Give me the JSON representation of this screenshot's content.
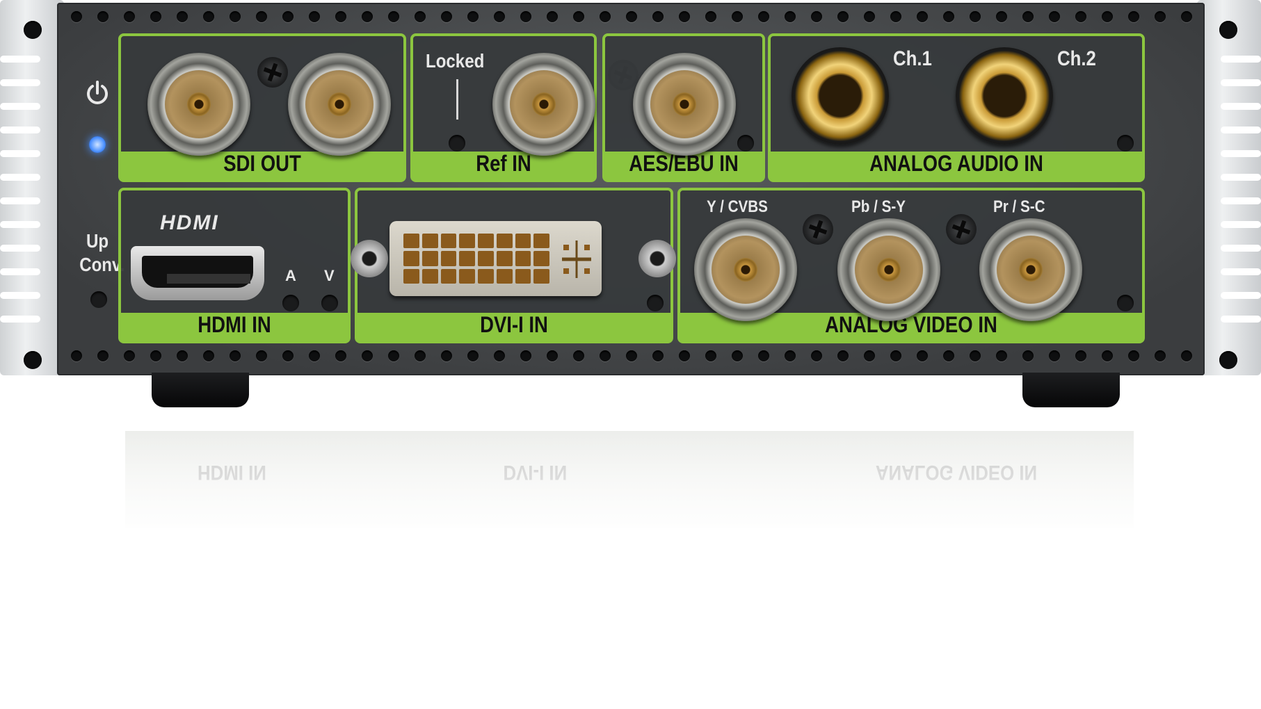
{
  "device": {
    "top_row": {
      "sdi_out": {
        "label": "SDI OUT"
      },
      "ref_in": {
        "label": "Ref IN",
        "led_label": "Locked"
      },
      "aes_ebu_in": {
        "label": "AES/EBU IN"
      },
      "analog_audio_in": {
        "label": "ANALOG AUDIO IN",
        "ch1": "Ch.1",
        "ch2": "Ch.2"
      }
    },
    "bottom_row": {
      "hdmi_in": {
        "label": "HDMI IN",
        "logo": "HDMI",
        "led_a": "A",
        "led_v": "V"
      },
      "dvi_in": {
        "label": "DVI-I IN"
      },
      "analog_video_in": {
        "label": "ANALOG VIDEO IN",
        "port1": "Y / CVBS",
        "port2": "Pb / S-Y",
        "port3": "Pr / S-C"
      }
    },
    "side": {
      "up": "Up",
      "conv": "Conv."
    },
    "icons": {
      "power": "power-icon"
    },
    "colors": {
      "accent": "#8cc63f",
      "led": "#4a90ff",
      "body": "#45484a"
    }
  }
}
